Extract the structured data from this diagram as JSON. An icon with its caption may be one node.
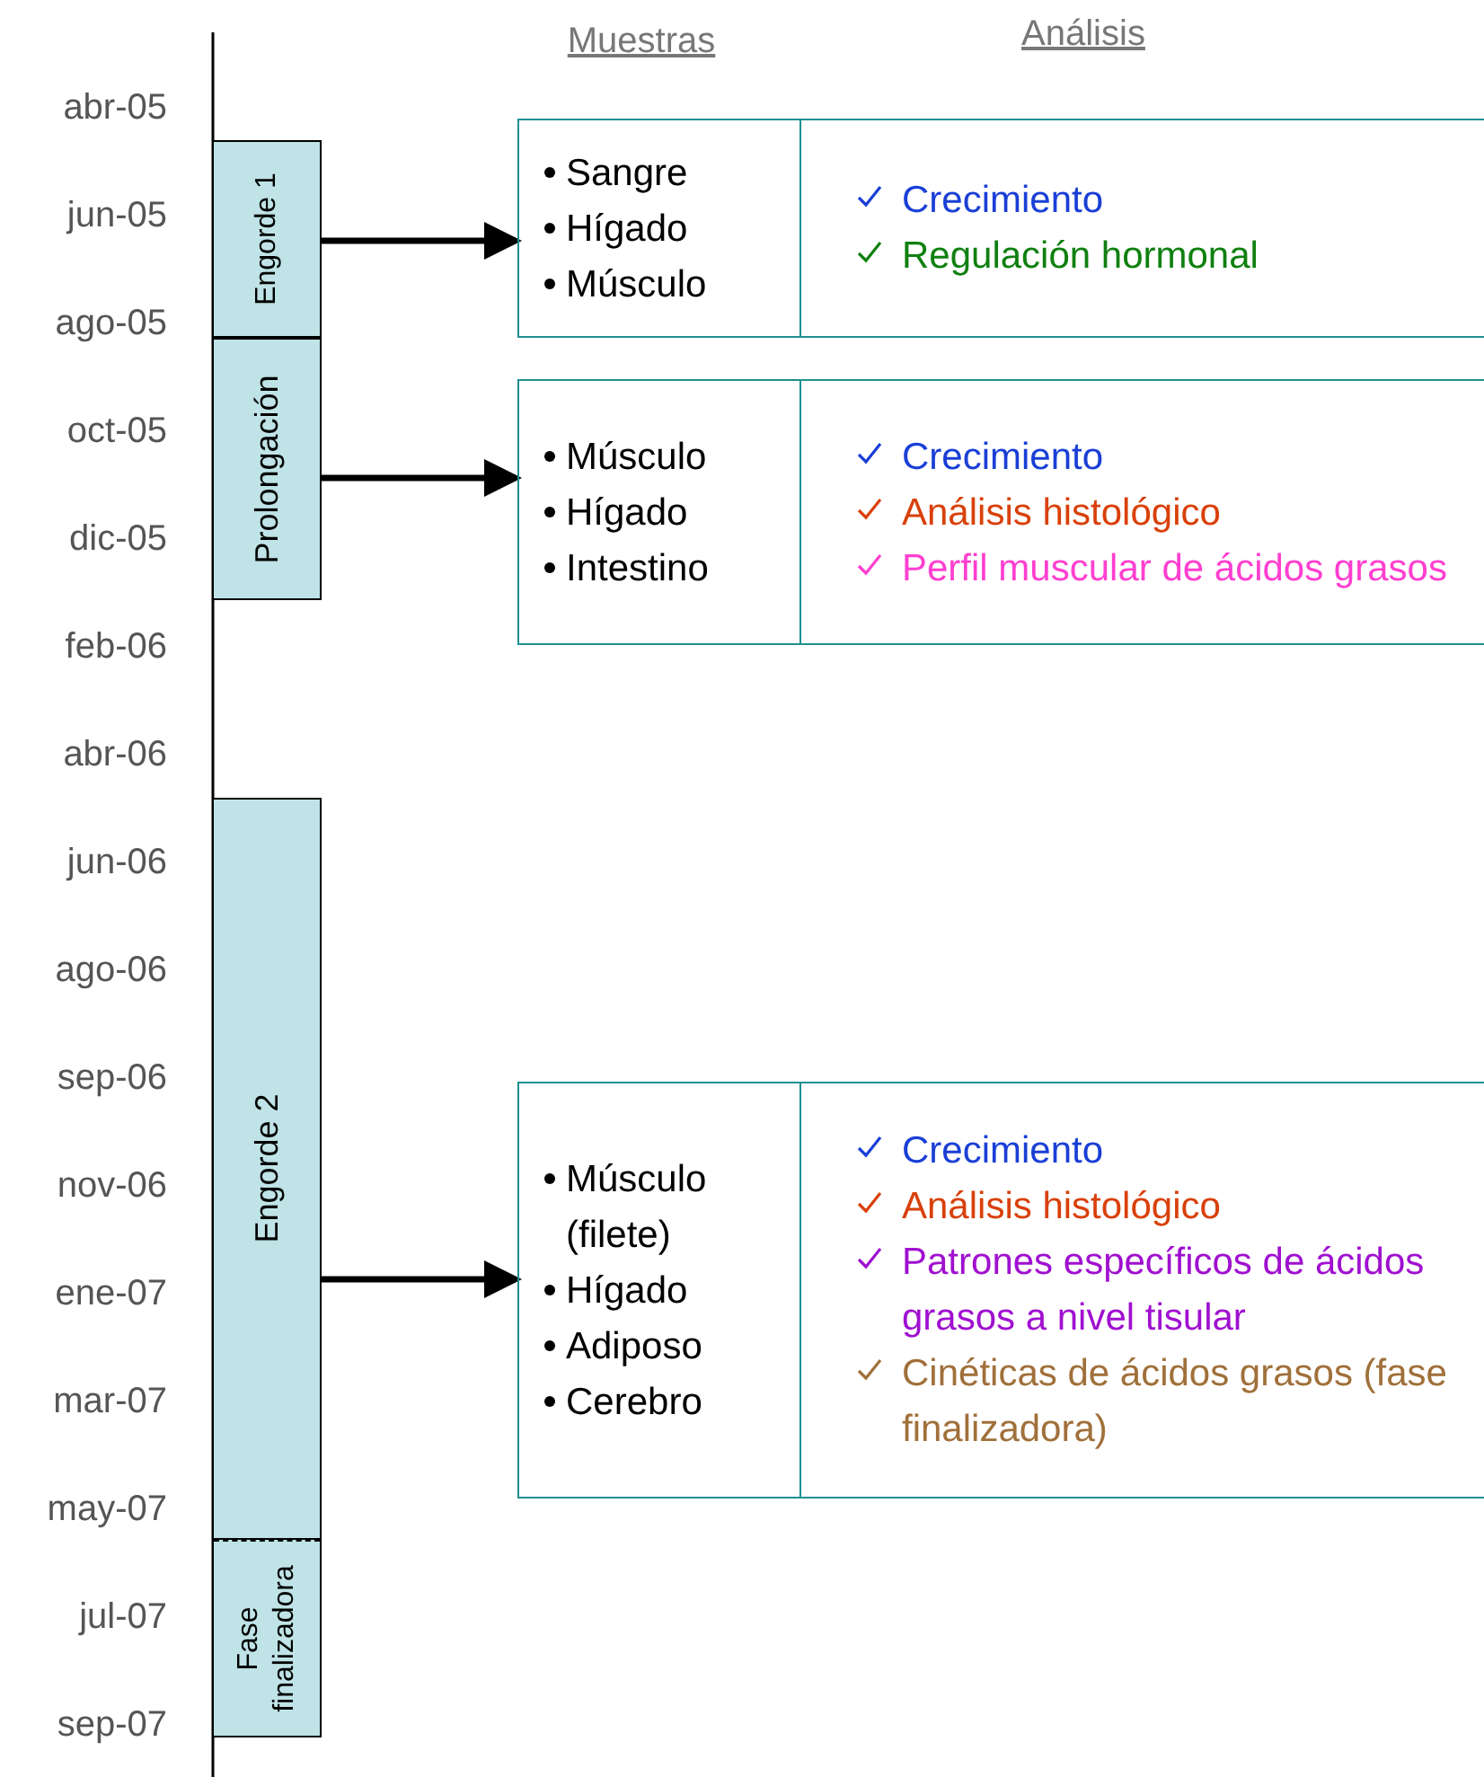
{
  "diagram": {
    "nodes": [
      {
        "text": [
          "Engorde 1"
        ]
      },
      {
        "text": [
          "Prolongación"
        ]
      },
      {
        "text": [
          "Engorde 2"
        ]
      },
      {
        "text": [
          "Fase finalizadora"
        ]
      },
      {
        "text": [
          "Sangre",
          "Hígado",
          "Músculo"
        ]
      },
      {
        "text": [
          "Crecimiento",
          "Regulación hormonal"
        ]
      },
      {
        "text": [
          "Músculo",
          "Hígado",
          "Intestino"
        ]
      },
      {
        "text": [
          "Crecimiento",
          "Análisis histológico",
          "Perfil muscular de ácidos grasos"
        ]
      },
      {
        "text": [
          "Músculo (filete)",
          "Hígado",
          "Adiposo",
          "Cerebro"
        ]
      },
      {
        "text": [
          "Crecimiento",
          "Análisis histológico",
          "Patrones específicos de ácidos grasos a nivel tisular",
          "Cinéticas de ácidos grasos (fase finalizadora)"
        ]
      }
    ],
    "edges": [
      {
        "from": 0,
        "to": 4,
        "arrow": "to"
      },
      {
        "from": 1,
        "to": 6,
        "arrow": "to"
      },
      {
        "from": 2,
        "to": 8,
        "arrow": "to"
      }
    ],
    "labels": [
      "Muestras",
      "Análisis",
      "abr-05",
      "jun-05",
      "ago-05",
      "oct-05",
      "dic-05",
      "feb-06",
      "abr-06",
      "jun-06",
      "ago-06",
      "sep-06",
      "nov-06",
      "ene-07",
      "mar-07",
      "may-07",
      "jul-07",
      "sep-07"
    ]
  }
}
